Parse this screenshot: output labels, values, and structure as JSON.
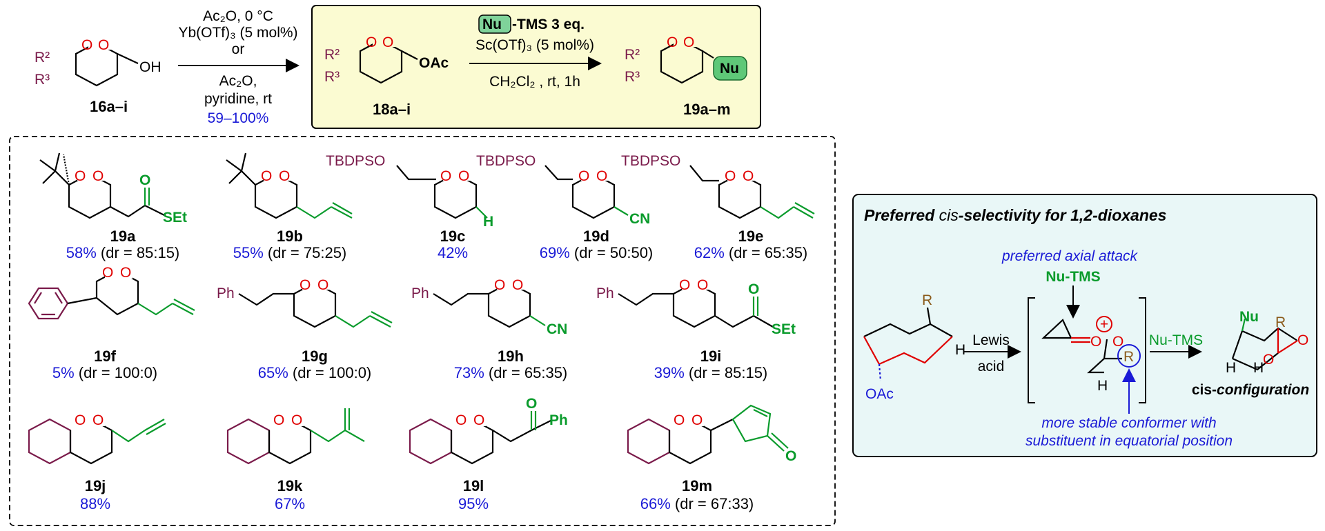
{
  "colors": {
    "nu_green": "#0a9b2c",
    "peroxide_red": "#e00000",
    "yield_blue": "#1a1ad6",
    "substituent_plum": "#7a1a4a",
    "scheme_box_fill": "#fbfbd2",
    "side_box_fill": "#e9f7f7"
  },
  "step1": {
    "reagent_a": "Ac₂O, 0 °C",
    "reagent_b": "Yb(OTf)₃ (5 mol%)",
    "or": "or",
    "reagent_c": "Ac₂O,",
    "reagent_d": "pyridine, rt",
    "yield": "59–100%"
  },
  "start": {
    "label": "16a–i",
    "r2": "R²",
    "r3": "R³",
    "oh": "OH",
    "o": "O"
  },
  "intermediate": {
    "label": "18a–i",
    "r2": "R²",
    "r3": "R³",
    "oac": "OAc"
  },
  "step2": {
    "nu": "Nu",
    "tms": "-TMS 3 eq.",
    "catalyst": "Sc(OTf)₃ (5 mol%)",
    "conditions": "CH₂Cl₂ , rt, 1h"
  },
  "product": {
    "label": "19a–m",
    "r2": "R²",
    "r3": "R³",
    "nu": "Nu"
  },
  "compounds": [
    {
      "id": "19a",
      "yield": "58%",
      "dr": " (dr = 85:15)",
      "nu": "SEt",
      "nu_o": "O"
    },
    {
      "id": "19b",
      "yield": "55%",
      "dr": " (dr = 75:25)"
    },
    {
      "id": "19c",
      "yield": "42%",
      "dr": "",
      "sub": "TBDPSO",
      "nu": "H"
    },
    {
      "id": "19d",
      "yield": "69%",
      "dr": " (dr = 50:50)",
      "sub": "TBDPSO",
      "nu": "CN"
    },
    {
      "id": "19e",
      "yield": "62%",
      "dr": " (dr = 65:35)",
      "sub": "TBDPSO"
    },
    {
      "id": "19f",
      "yield": "5%",
      "dr": " (dr = 100:0)"
    },
    {
      "id": "19g",
      "yield": "65%",
      "dr": " (dr = 100:0)",
      "sub": "Ph"
    },
    {
      "id": "19h",
      "yield": "73%",
      "dr": " (dr = 65:35)",
      "sub": "Ph",
      "nu": "CN"
    },
    {
      "id": "19i",
      "yield": "39%",
      "dr": " (dr = 85:15)",
      "sub": "Ph",
      "nu": "SEt",
      "nu_o": "O"
    },
    {
      "id": "19j",
      "yield": "88%",
      "dr": ""
    },
    {
      "id": "19k",
      "yield": "67%",
      "dr": ""
    },
    {
      "id": "19l",
      "yield": "95%",
      "dr": "",
      "nu": "Ph",
      "nu_o": "O"
    },
    {
      "id": "19m",
      "yield": "66%",
      "dr": " (dr = 67:33)",
      "nu_o": "O"
    }
  ],
  "mechanism": {
    "title_a": "Preferred",
    "title_b": " cis",
    "title_c": "-selectivity for 1,2-dioxanes",
    "axial_note": "preferred axial attack",
    "nu_tms": "Nu-TMS",
    "lewis": "Lewis",
    "acid": "acid",
    "oac": "OAc",
    "r": "R",
    "h": "H",
    "plus": "+",
    "nu_tms2": "Nu-TMS",
    "nu": "Nu",
    "cis": "cis-",
    "configuration": "configuration",
    "conformer_1": "more stable conformer with",
    "conformer_2": "substituent in equatorial position"
  }
}
